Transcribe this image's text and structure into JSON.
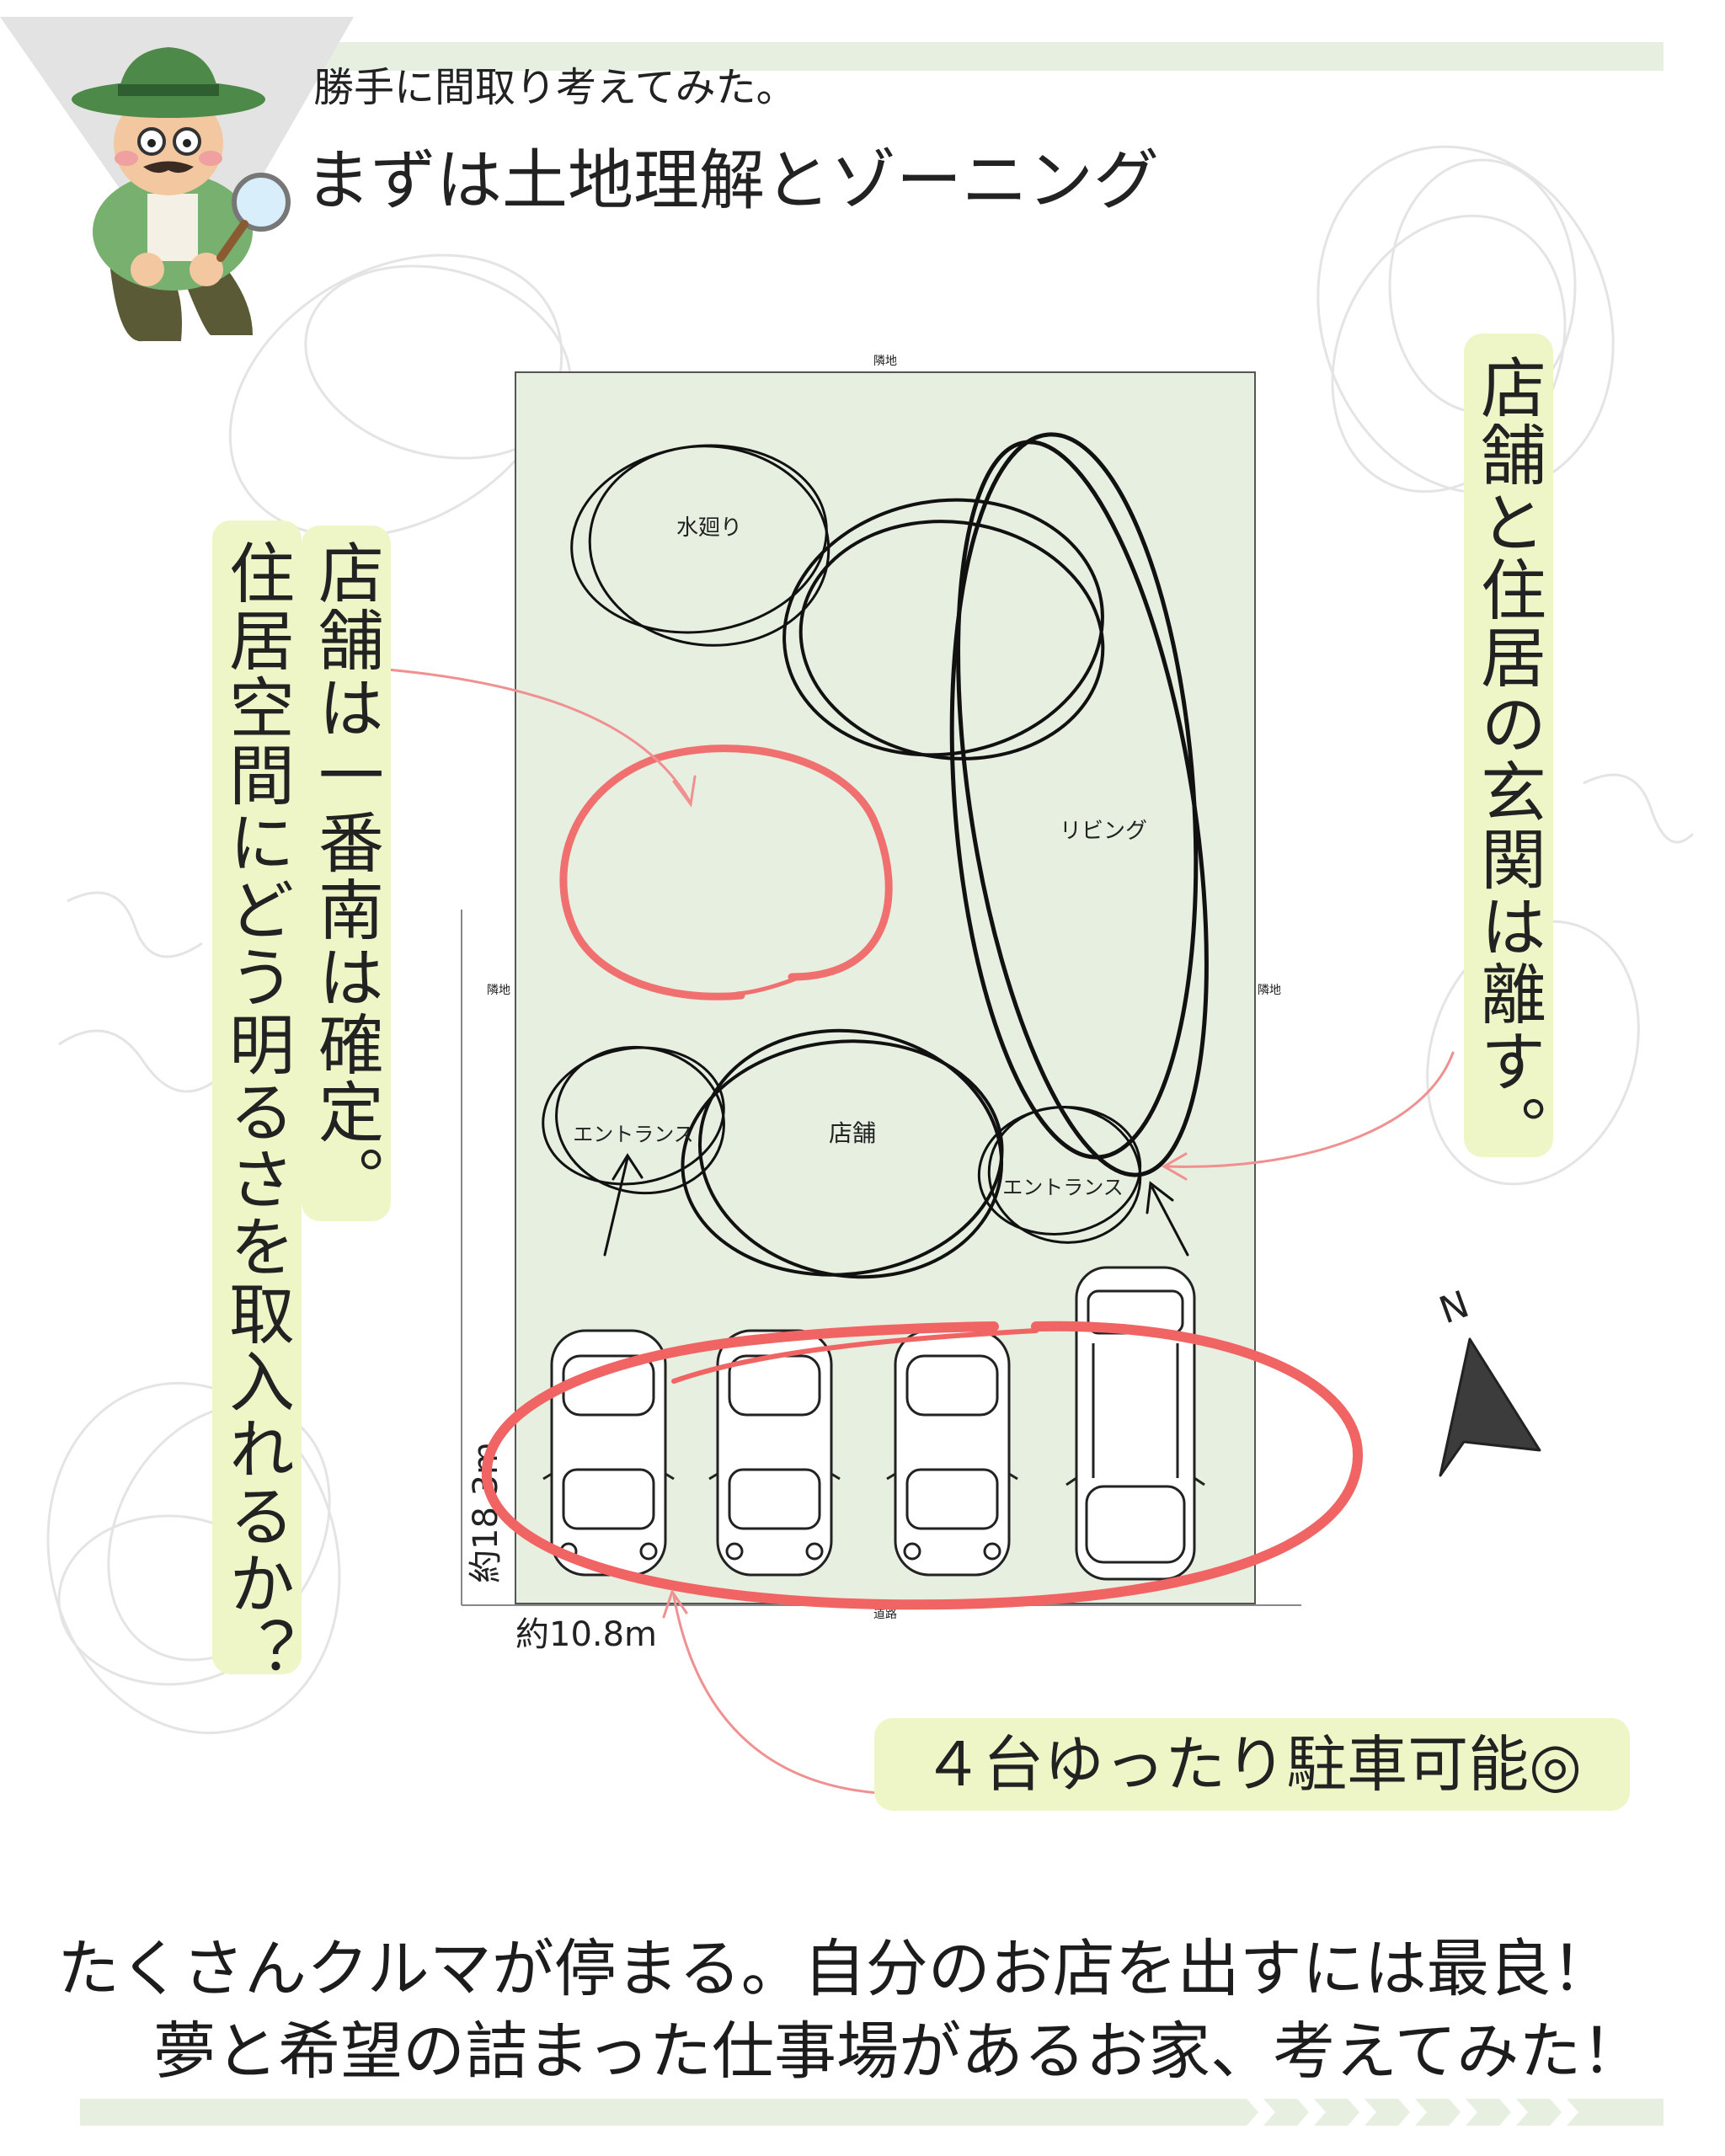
{
  "header": {
    "subtitle": "勝手に間取り考えてみた。",
    "title": "まずは土地理解とゾーニング"
  },
  "site": {
    "label_top": "隣地",
    "label_left": "隣地",
    "label_right": "隣地",
    "label_bottom": "道路",
    "width_label": "約10.8m",
    "depth_label": "約18.3m"
  },
  "zones": {
    "water": "水廻り",
    "living": "リビング",
    "entrance_left": "エントランス",
    "shop": "店舗",
    "entrance_right": "エントランス"
  },
  "notes": {
    "left_col1": "店舗は一番南は確定。",
    "left_col2": "住居空間にどう明るさを取入れるか？",
    "right": "店舗と住居の玄関は離す。",
    "parking": "４台ゆったり駐車可能◎"
  },
  "compass": {
    "label": "N"
  },
  "caption": {
    "line1": "たくさんクルマが停まる。自分のお店を出すには最良！",
    "line2": "夢と希望の詰まった仕事場があるお家、考えてみた！"
  },
  "colors": {
    "site_fill": "#e6efe0",
    "highlight": "#eef6c8",
    "accent_red": "#f07070",
    "arrow_pink": "#f09090"
  }
}
